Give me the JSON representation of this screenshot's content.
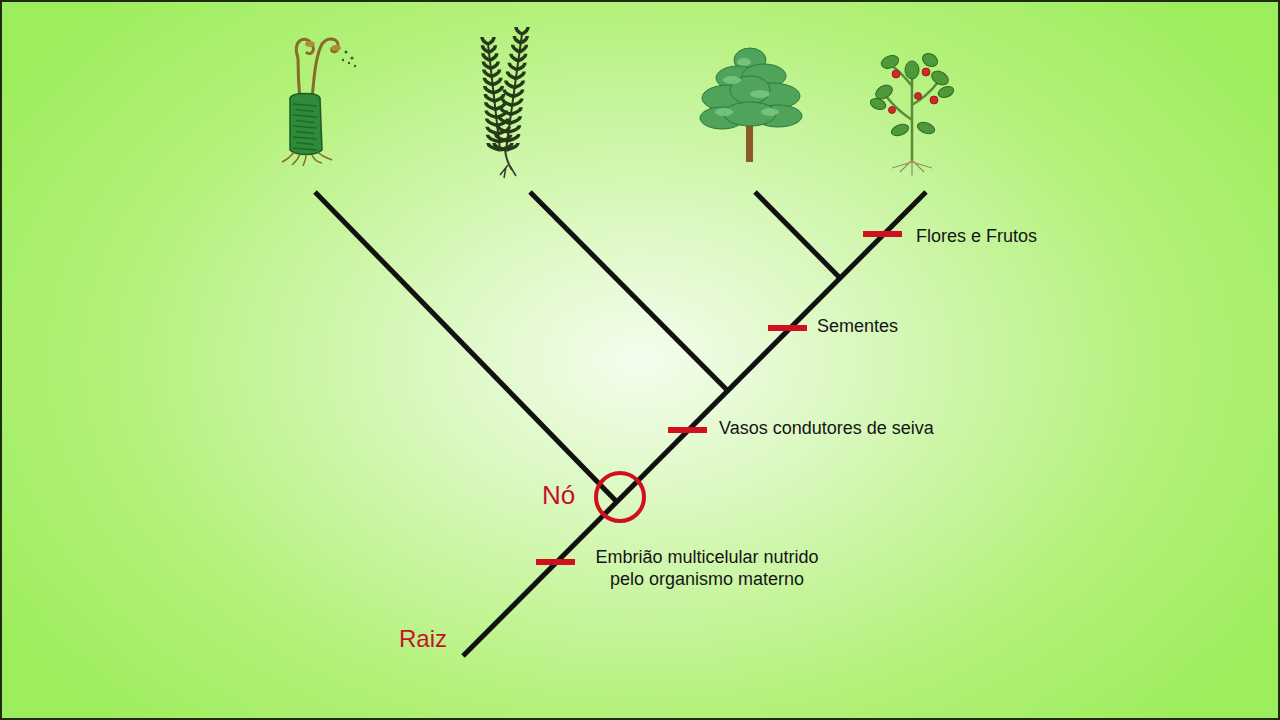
{
  "diagram": {
    "labels": [
      "Flores e Frutos",
      "Sementes",
      "Vasos condutores de seiva",
      "Embrião multicelular nutrido pelo organismo materno",
      "Nó",
      "Raiz"
    ]
  }
}
